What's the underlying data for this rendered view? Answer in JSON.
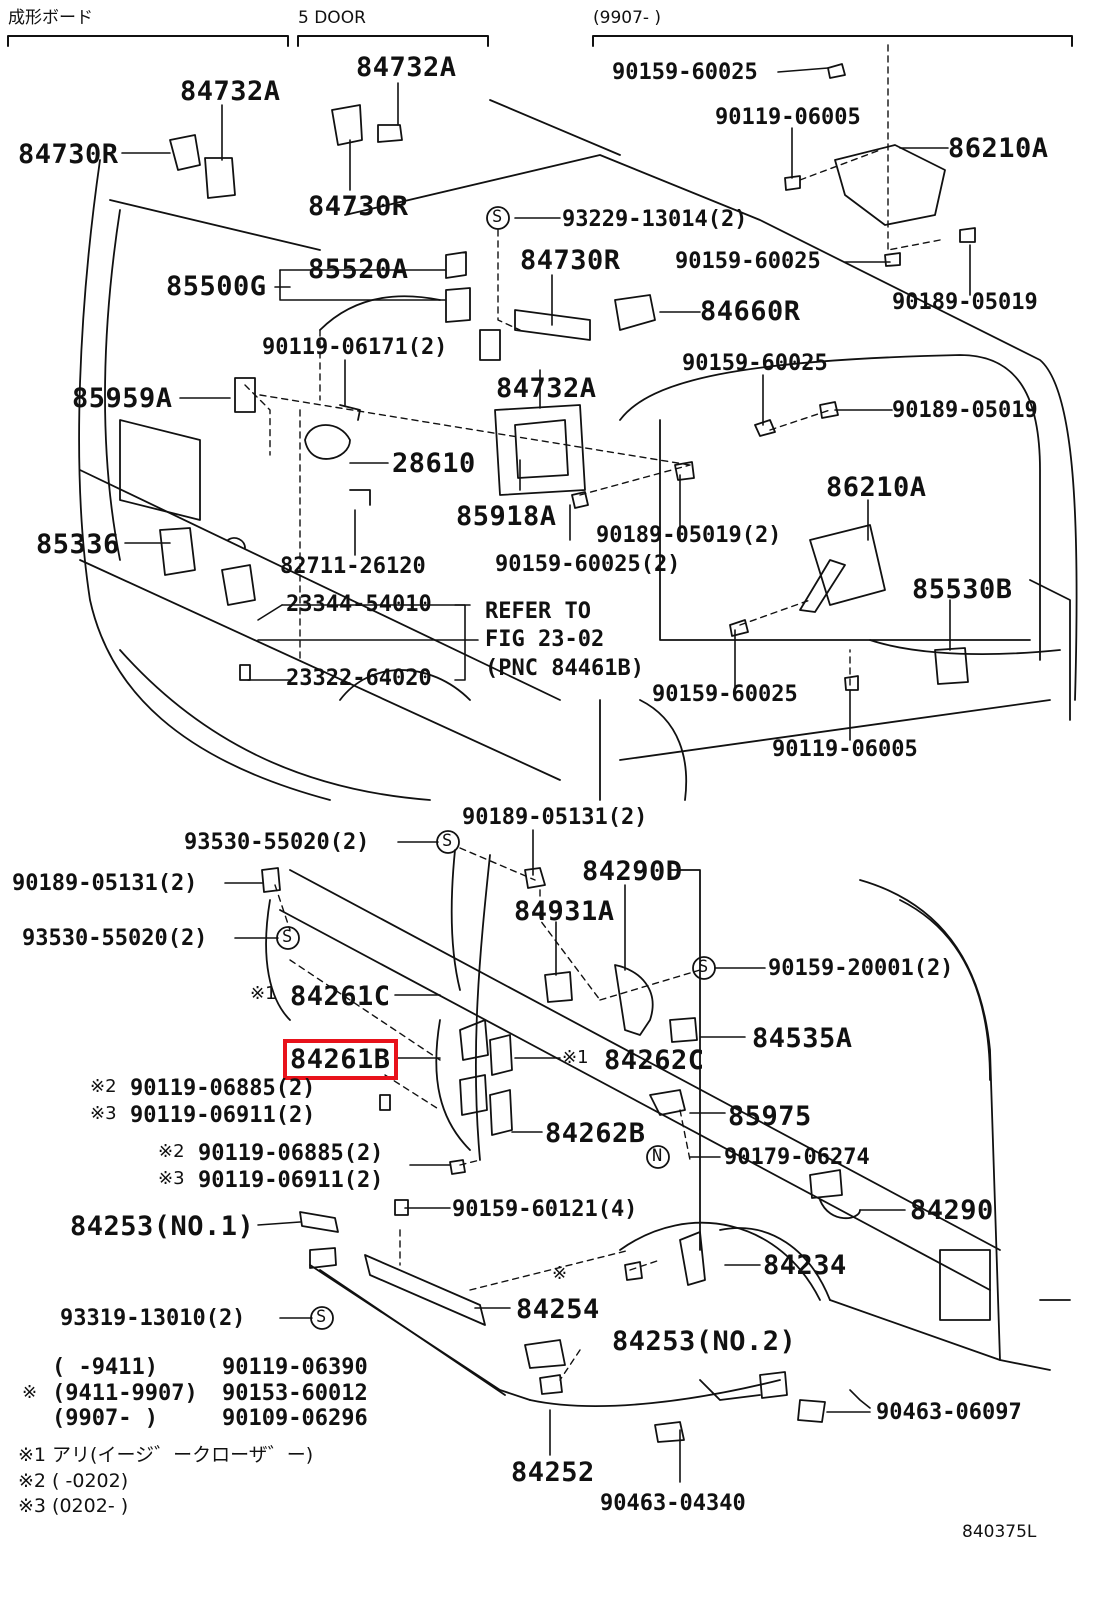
{
  "headers": {
    "left": "成形ボード",
    "middle": "5 DOOR",
    "right": "(9907-        )"
  },
  "highlight_color": "#e8121b",
  "parts": {
    "p84732A_top": "84732A",
    "p84732A_left": "84732A",
    "p84730R_left": "84730R",
    "p84730R_mid": "84730R",
    "p85520A": "85520A",
    "p85500G": "85500G",
    "p90119_06171": "90119-06171(2)",
    "p85959A": "85959A",
    "p28610": "28610",
    "p85336": "85336",
    "p82711_26120": "82711-26120",
    "p23344_54010": "23344-54010",
    "p23322_64020": "23322-64020",
    "refer_1": "REFER TO",
    "refer_2": "FIG 23-02",
    "refer_3": "(PNC 84461B)",
    "p90159_60025_a": "90159-60025",
    "p90119_06005_a": "90119-06005",
    "p86210A_a": "86210A",
    "p93229_13014": "93229-13014(2)",
    "p84730R_right": "84730R",
    "p90159_60025_b": "90159-60025",
    "p90189_05019_a": "90189-05019",
    "p84660R": "84660R",
    "p84732A_mid": "84732A",
    "p90159_60025_c": "90159-60025",
    "p90189_05019_b": "90189-05019",
    "p86210A_b": "86210A",
    "p85918A": "85918A",
    "p90189_05019_c": "90189-05019(2)",
    "p90159_60025_d": "90159-60025(2)",
    "p85530B": "85530B",
    "p90159_60025_e": "90159-60025",
    "p90119_06005_b": "90119-06005",
    "p90189_05131_top": "90189-05131(2)",
    "p93530_55020_top": "93530-55020(2)",
    "p90189_05131_left": "90189-05131(2)",
    "p84290D": "84290D",
    "p84931A": "84931A",
    "p93530_55020_left": "93530-55020(2)",
    "p90159_20001": "90159-20001(2)",
    "p84261C": "84261C",
    "p84535A": "84535A",
    "p84261B": "84261B",
    "p84262C": "84262C",
    "p90119_06885_a": "90119-06885(2)",
    "p90119_06911_a": "90119-06911(2)",
    "p85975": "85975",
    "p84262B": "84262B",
    "p90179_06274": "90179-06274",
    "p90119_06885_b": "90119-06885(2)",
    "p90119_06911_b": "90119-06911(2)",
    "p84290": "84290",
    "p90159_60121": "90159-60121(4)",
    "p84253_no1": "84253(NO.1)",
    "p84234": "84234",
    "p84254": "84254",
    "p93319_13010": "93319-13010(2)",
    "p84253_no2": "84253(NO.2)",
    "p90119_06390": "90119-06390",
    "p90153_60012": "90153-60012",
    "p90109_06296": "90109-06296",
    "p90463_06097": "90463-06097",
    "p84252": "84252",
    "p90463_04340": "90463-04340"
  },
  "marks": {
    "x1": "※1",
    "x2": "※2",
    "x3": "※3",
    "x": "※",
    "s": "S",
    "n": "N"
  },
  "ranges": {
    "r1": "(       -9411)",
    "r2": "(9411-9907)",
    "r3": "(9907-        )"
  },
  "notes": {
    "n1": "※1 アリ(イージ゛ークローザ゛ー)",
    "n2": "※2 (          -0202)",
    "n3": "※3 (0202-           )"
  },
  "figure_code": "840375L"
}
